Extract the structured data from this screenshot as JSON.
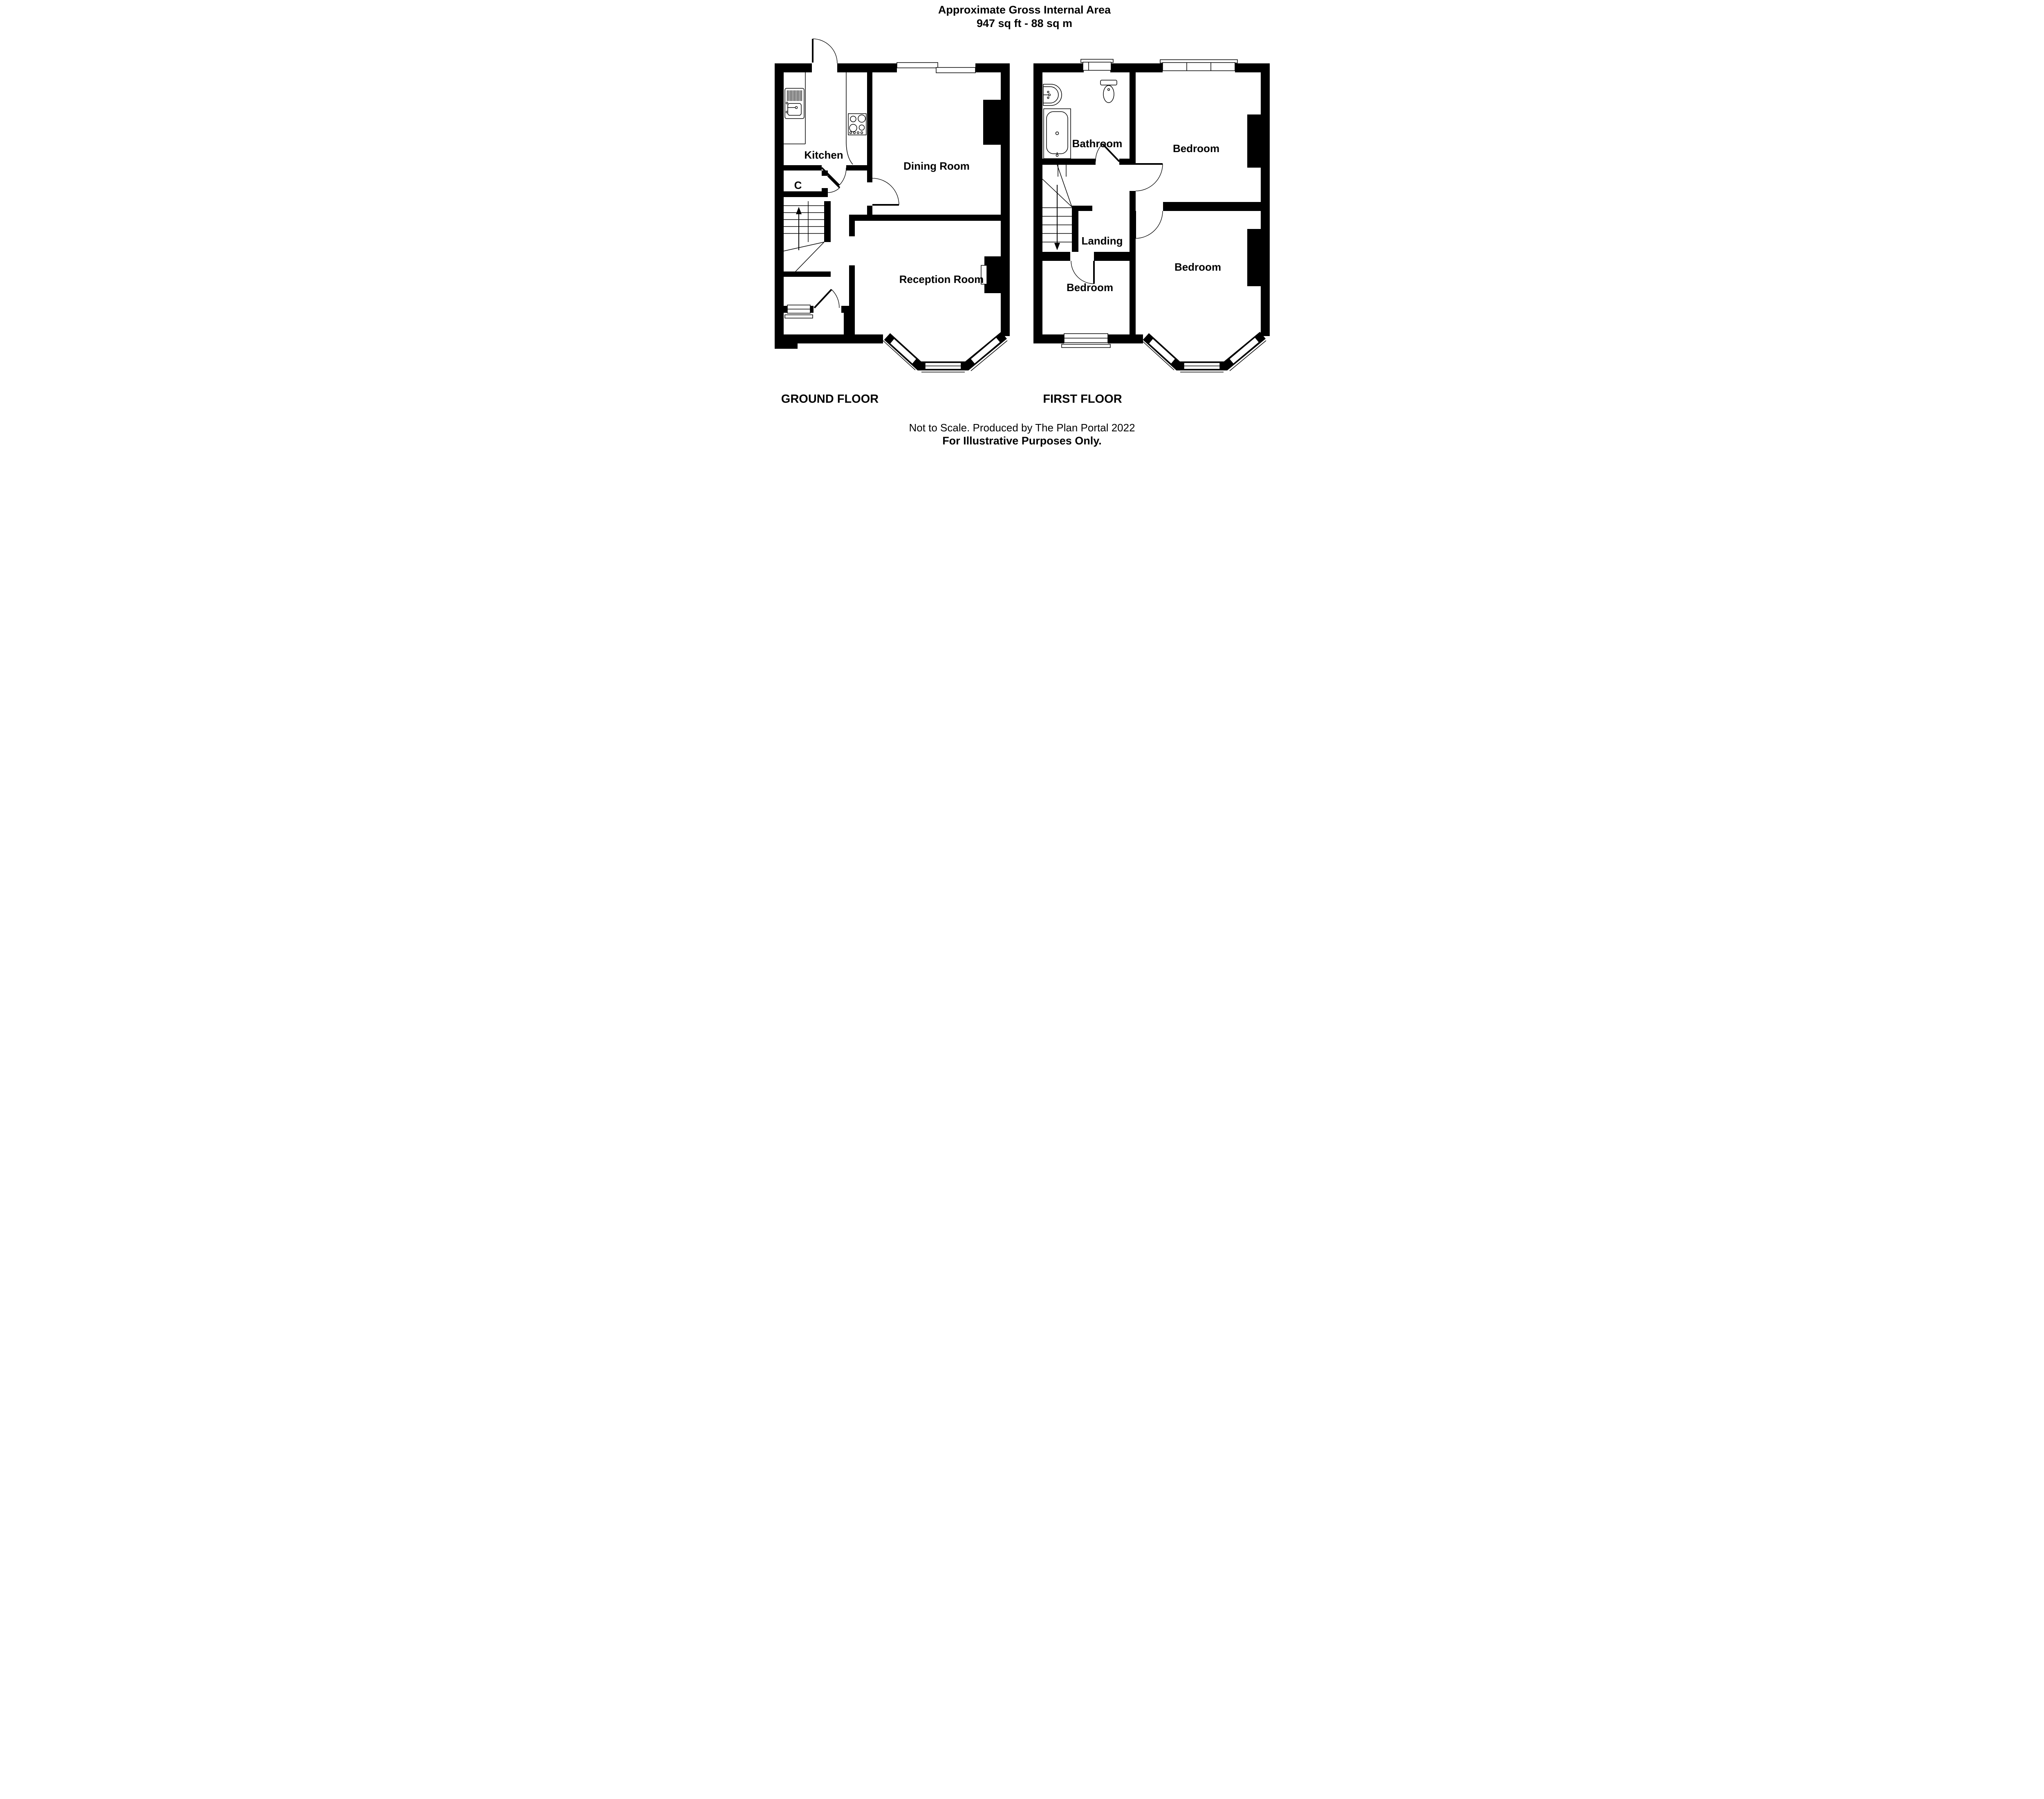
{
  "title": {
    "line1": "Approximate Gross Internal Area",
    "line2": "947 sq ft - 88 sq m"
  },
  "floors": {
    "ground": {
      "name": "GROUND FLOOR",
      "rooms": {
        "kitchen": "Kitchen",
        "cupboard": "C",
        "dining": "Dining Room",
        "reception": "Reception Room"
      },
      "fixtures": [
        "kitchen-sink-icon",
        "hob-icon",
        "stairs-up-icon"
      ]
    },
    "first": {
      "name": "FIRST FLOOR",
      "rooms": {
        "bathroom": "Bathroom",
        "landing": "Landing",
        "bedroom1": "Bedroom",
        "bedroom2": "Bedroom",
        "bedroom3": "Bedroom"
      },
      "fixtures": [
        "bath-icon",
        "basin-icon",
        "toilet-icon",
        "stairs-down-icon"
      ]
    }
  },
  "footer": {
    "line1": "Not to Scale. Produced by The Plan Portal 2022",
    "line2": "For Illustrative Purposes Only."
  },
  "colors": {
    "wall": "#000000",
    "background": "#ffffff",
    "text": "#000000"
  }
}
